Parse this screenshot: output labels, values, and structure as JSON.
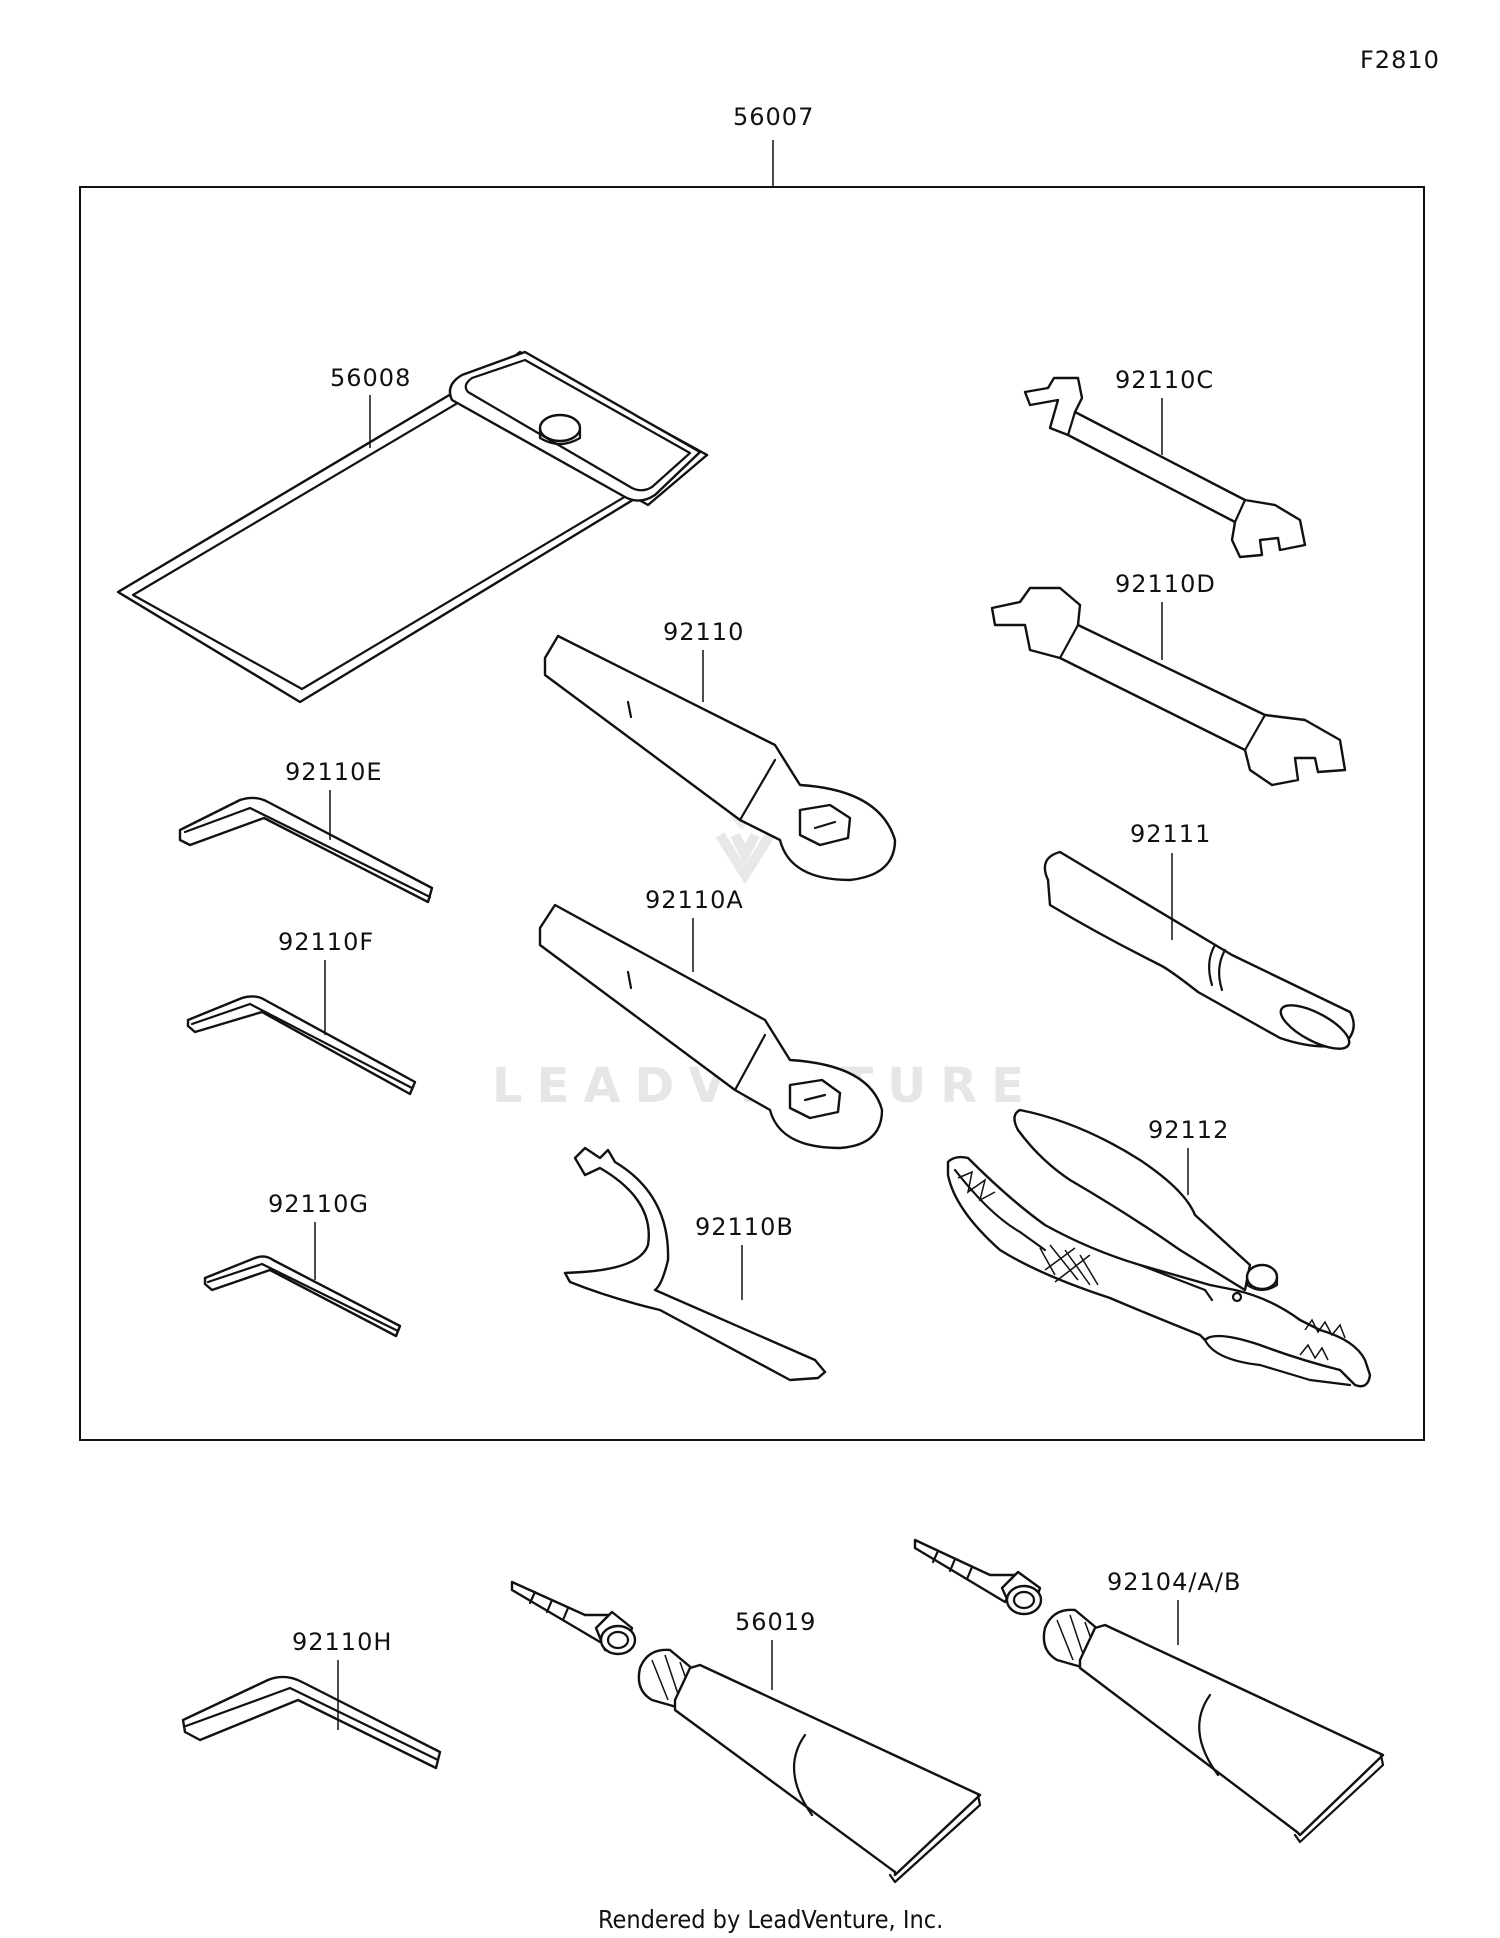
{
  "figure_code": "F2810",
  "kit_label": "56007",
  "parts": {
    "pouch": "56008",
    "wrench_c": "92110C",
    "wrench_d": "92110D",
    "box_wrench": "92110",
    "box_wrench_a": "92110A",
    "hook_wrench_b": "92110B",
    "hex_e": "92110E",
    "hex_f": "92110F",
    "hex_g": "92110G",
    "handle": "92111",
    "pliers": "92112",
    "hex_h": "92110H",
    "tube_1": "56019",
    "tube_2": "92104/A/B"
  },
  "watermark": "LEADVENTURE",
  "footer": "Rendered by LeadVenture, Inc."
}
